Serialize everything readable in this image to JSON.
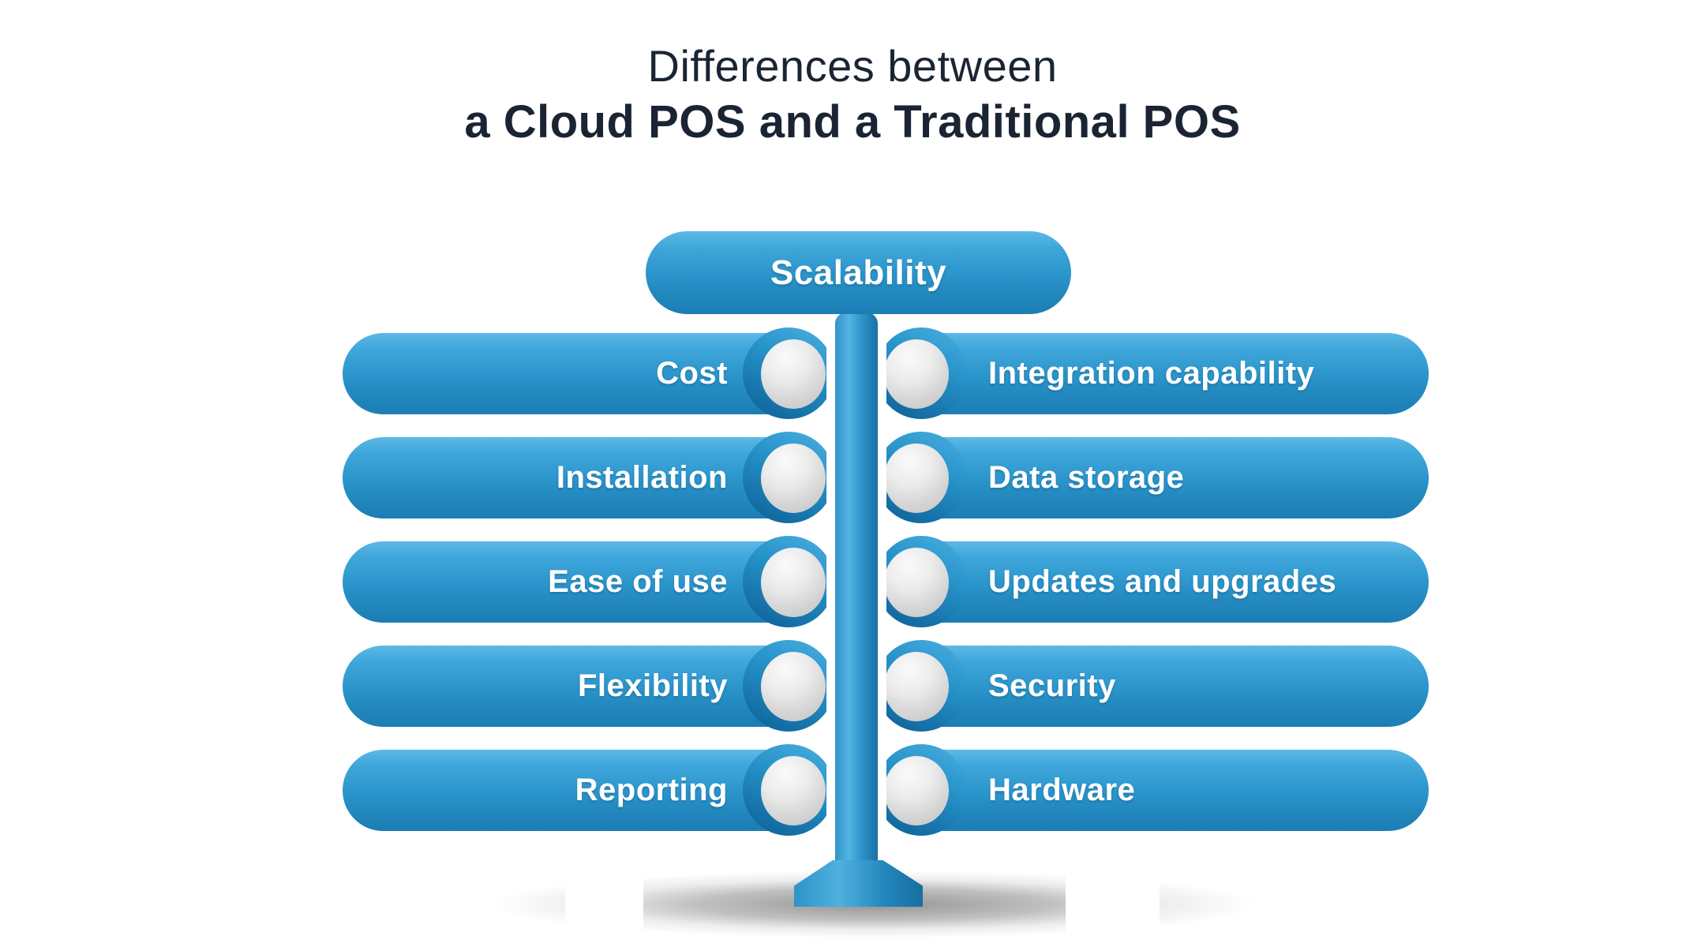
{
  "title": {
    "line1": "Differences between",
    "line2": "a Cloud POS and a Traditional POS"
  },
  "top_node": {
    "label": "Scalability"
  },
  "rows": [
    {
      "left": "Cost",
      "right": "Integration capability"
    },
    {
      "left": "Installation",
      "right": "Data storage"
    },
    {
      "left": "Ease of use",
      "right": "Updates and upgrades"
    },
    {
      "left": "Flexibility",
      "right": "Security"
    },
    {
      "left": "Reporting",
      "right": "Hardware"
    }
  ],
  "colors": {
    "title_text": "#1a2433",
    "pill_blue_top": "#5cb9e6",
    "pill_blue_mid": "#2b95cc",
    "pill_blue_bottom": "#1b7db3",
    "connector_ring_dark": "#0f659b",
    "connector_ball_gray": "#d6d6d6",
    "label_text": "#ffffff",
    "background": "#ffffff",
    "ground_shadow": "rgba(50,50,50,0.52)"
  }
}
